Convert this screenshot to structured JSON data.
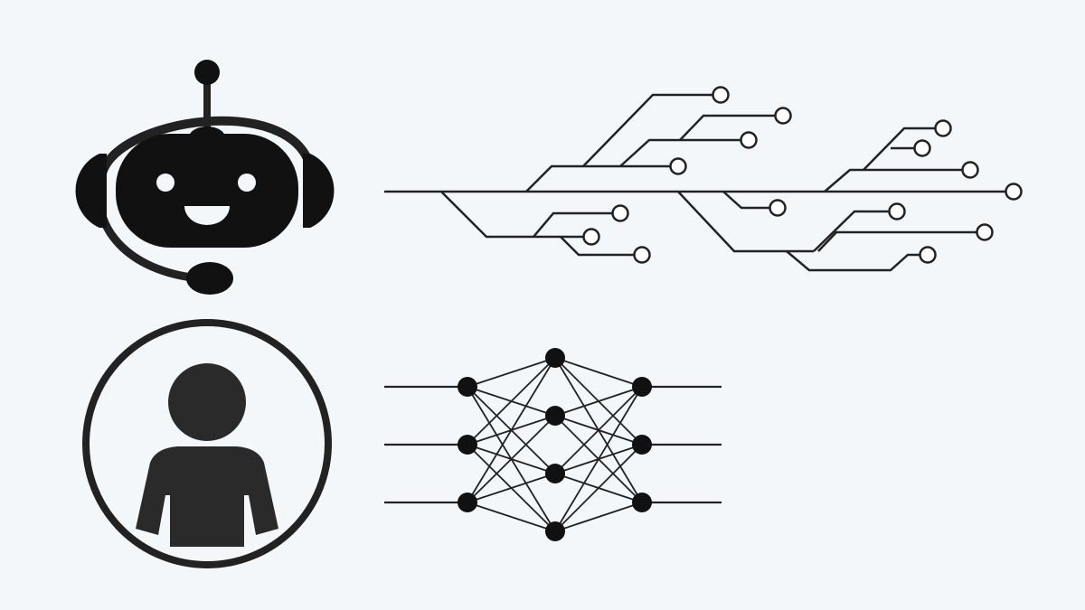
{
  "colors": {
    "background": "#f3f7fa",
    "ink": "#111111",
    "stroke": "#222222",
    "person": "#2a2a2a",
    "node_hollow_fill": "#ffffff"
  },
  "icons": {
    "robot": "robot-headset-icon",
    "circuit": "circuit-traces-icon",
    "person": "person-avatar-icon",
    "network": "neural-network-icon"
  },
  "network": {
    "layers": [
      3,
      4,
      3
    ]
  }
}
